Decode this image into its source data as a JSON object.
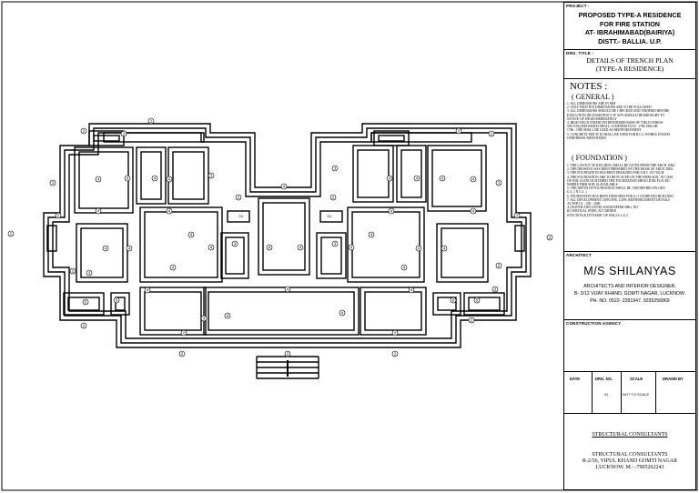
{
  "title_block": {
    "project_label": "PROJECT :",
    "project_lines": [
      "PROPOSED TYPE-A RESIDENCE",
      "FOR FIRE STATION",
      "AT- IBRAHIMABAD(BAIRIYA)",
      "DISTT.- BALLIA. U.P."
    ],
    "drg_title_label": "DRG. TITLE :",
    "drg_title_lines": [
      "DETAILS OF TRENCH PLAN",
      "(TYPE-A RESIDENCE)"
    ],
    "notes_heading": "NOTES :",
    "general_heading": "( GENERAL )",
    "general_notes": [
      "1. ALL DIMENSIONS ARE IN MM",
      "2. ONLY WRITTEN DIMENSIONS ARE TO BE FOLLOWED",
      "3. ALL DIMENSIONS SHOULD BE CHECKED AND VERIFIED BEFORE",
      "   EXECUTION INCONSISTENCY IF ANY SHOULD BE BROUGHT TO",
      "   NOTICE OF ENGR IMMEDIATELY",
      "4. HIGH YIELD STRENGTH DEFORMED BARS OF YIELD STRESS",
      "   500 N/SQ MM WHICH SHALL CONFORM TO IS : 1786-1966 OR",
      "   1786 : 1985 SHALL BE USED AS REINFORCEMENT",
      "5. CONCRETE MIX M 20 SHALL BE USED FOR R.C.C WORKS UNLESS",
      "   OTHERWISE MENTIONED"
    ],
    "foundation_heading": "( FOUNDATION )",
    "foundation_notes": [
      "1. THE LAYOUT OF BUILDING SHALL BE GIVEN FROM THE ARCH. DRG.",
      "2. THE DRAWING HAS BEEN PREPARED ON THE BASIS OF ARCH. DRG.",
      "3. THE FOUNDATION HAS BEEN DESIGNED FOR S.B.C 10 T/SQ M",
      "4. THE FOUNDATION ARE TO BE PLACED ON THE FIRM SOIL. IN CASE",
      "   OF SOIL IS ENCOUNTERED THE FOUNDATION SHOULD BE PLACED",
      "   WHERE FIRM SOIL IS AVAILABLE",
      "5. THE DEPTH OF FOUNDATION SHALL BE 1500 MM BELOW GEN",
      "   G.L. ( N.G.L. )",
      "6. FOUNDATION HAS BEEN DESIGNED FOR G+1 STOREYED BUILDING",
      "7. ALL DEVELOPMENT LENGTHS, LAPS, REINFORCEMENT DETAILS",
      "   AS PER I.S. : 456 - 2000",
      "   A) PLINTH AND LINTEL BAND          REFER DRG. NO",
      "   B) VERTICAL STEEL AT CORNER",
      "      JUNCTION & DYNAMIC OF WALLS          1 of 2"
    ],
    "architect_label": "ARCHITECT",
    "architect_name": "M/S  SHILANYAS",
    "architect_lines": [
      "ARCHITECTS AND INTERIOR DESIGNER,",
      "B- 3/12 VIJAY KHAND, GOMTI NAGAR, LUCKNOW.",
      "PH. NO. 0522- 2391947, 9335256869"
    ],
    "construction_agency_label": "CONSTRUCTION AGENCY",
    "info_headers": [
      "DATE",
      "DRG. NO.",
      "SCALE",
      "DRAWN BY"
    ],
    "info_values": [
      "",
      "01",
      "NOT TO SCALE",
      ""
    ],
    "consultant_title": "STRUCTURAL CONSULTANTS",
    "consultant_lines": [
      "STRUCTURAL CONSULTANTS",
      "R-2/56, VIPUL KHAND GOMTI NAGAR",
      "LUCKNOW, M.: -7905262243"
    ]
  },
  "plan": {
    "footing_marks": [
      "1",
      "2",
      "3",
      "4",
      "5",
      "6"
    ],
    "section_tag": "D1"
  },
  "colors": {
    "line": "#000000",
    "paper": "#ffffff"
  }
}
